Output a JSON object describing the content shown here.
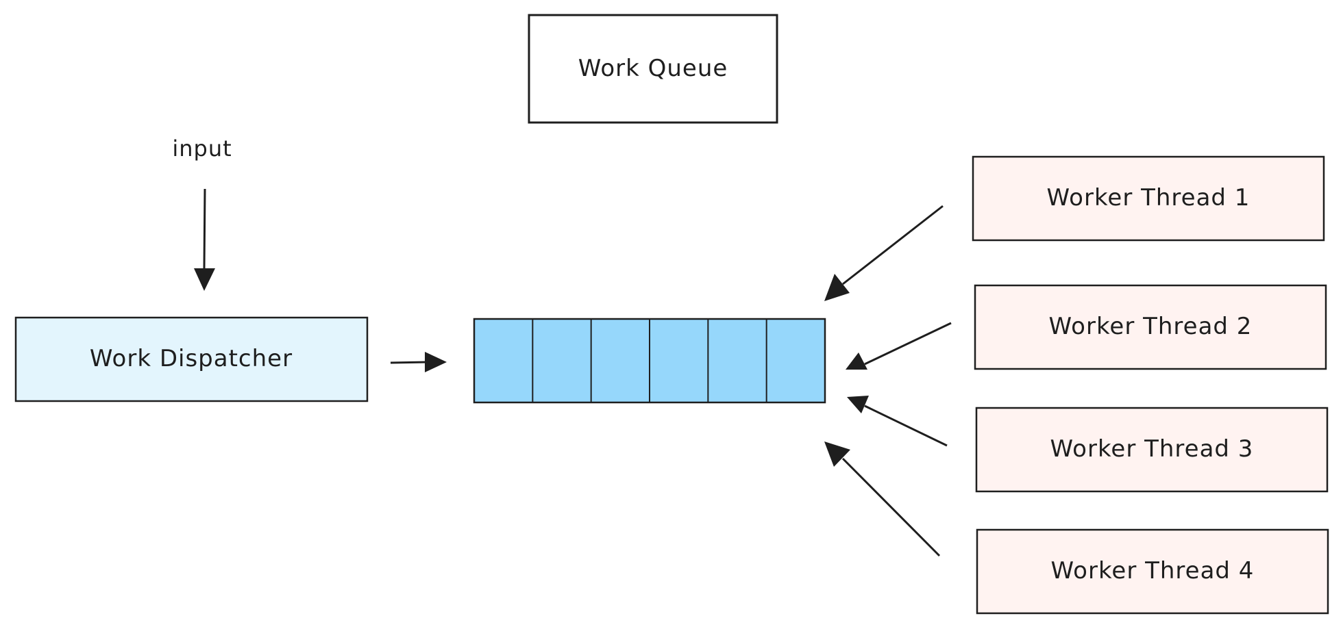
{
  "diagram": {
    "title_box": {
      "label": "Work Queue"
    },
    "input_label": "input",
    "dispatcher": {
      "label": "Work Dispatcher",
      "fill": "#e3f5fd"
    },
    "queue": {
      "slots": 6,
      "fill": "#96d7fb"
    },
    "workers": [
      {
        "label": "Worker Thread 1"
      },
      {
        "label": "Worker Thread 2"
      },
      {
        "label": "Worker Thread 3"
      },
      {
        "label": "Worker Thread 4"
      }
    ],
    "colors": {
      "stroke": "#1e1e1e",
      "worker_fill": "#fff3f1"
    }
  }
}
